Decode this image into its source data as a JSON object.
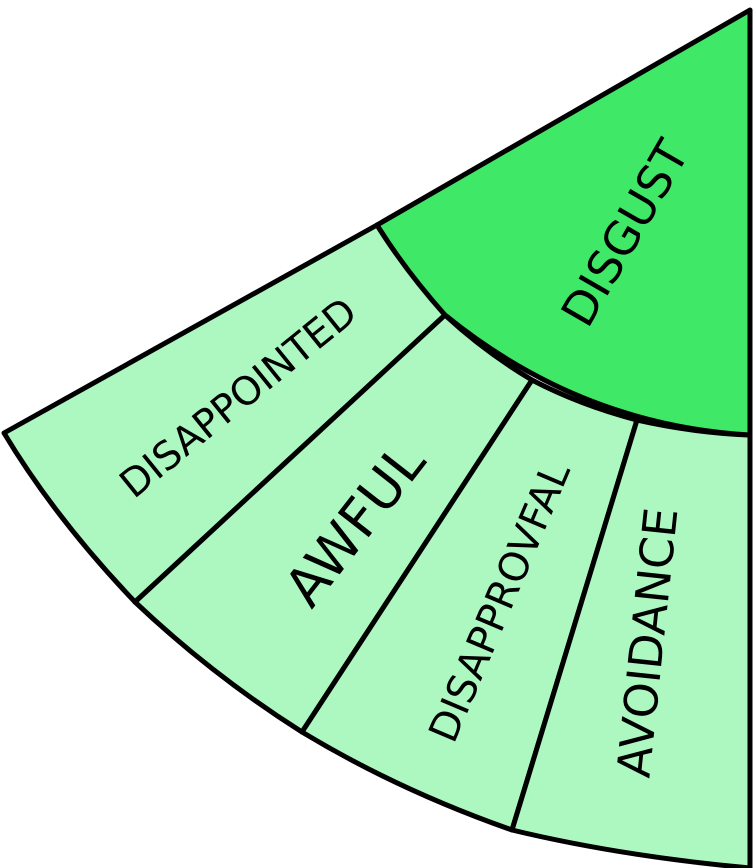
{
  "center": {
    "label": "DISGUST",
    "color": "#40e868"
  },
  "outer": {
    "color": "#adf7c1",
    "items": [
      {
        "label": "DISAPPOINTED"
      },
      {
        "label": "AWFUL"
      },
      {
        "label": "DISAPPROVFAL"
      },
      {
        "label": "AVOIDANCE"
      }
    ]
  }
}
